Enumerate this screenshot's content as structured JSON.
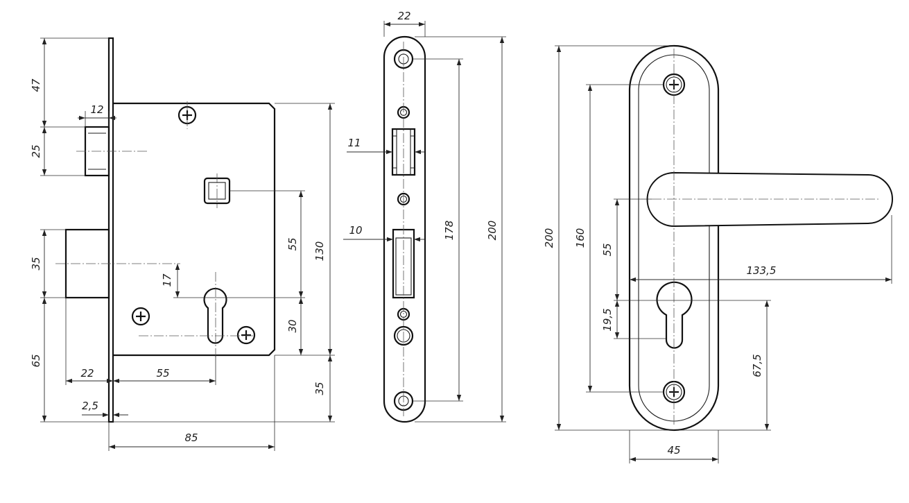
{
  "mortise_lock": {
    "dims": {
      "d47": "47",
      "d12": "12",
      "d25": "25",
      "d35_latch": "35",
      "d65": "65",
      "d22": "22",
      "d55_bottom": "55",
      "d2_5": "2,5",
      "d85": "85",
      "d17": "17",
      "d55_side": "55",
      "d130": "130",
      "d30": "30",
      "d35_side": "35"
    }
  },
  "faceplate": {
    "dims": {
      "d22": "22",
      "d11": "11",
      "d10": "10",
      "d178": "178",
      "d200": "200"
    }
  },
  "handle_plate": {
    "dims": {
      "d200": "200",
      "d160": "160",
      "d55": "55",
      "d133_5": "133,5",
      "d19_5": "19,5",
      "d67_5": "67,5",
      "d45": "45"
    }
  }
}
